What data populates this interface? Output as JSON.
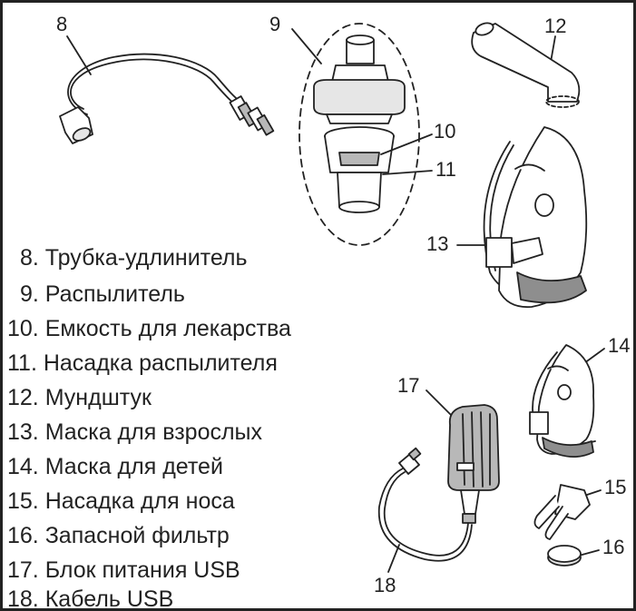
{
  "legend": [
    "8. Трубка-удлинитель",
    "9. Распылитель",
    "10.  Емкость для лекарства",
    "11.  Насадка распылителя",
    "12. Мундштук",
    "13. Маска для взрослых",
    "14. Маска для детей",
    "15. Насадка для носа",
    "16. Запасной фильтр",
    "17. Блок питания USB",
    "18. Кабель USB"
  ],
  "callouts": {
    "n8": "8",
    "n9": "9",
    "n10": "10",
    "n11": "11",
    "n12": "12",
    "n13": "13",
    "n14": "14",
    "n15": "15",
    "n16": "16",
    "n17": "17",
    "n18": "18"
  }
}
